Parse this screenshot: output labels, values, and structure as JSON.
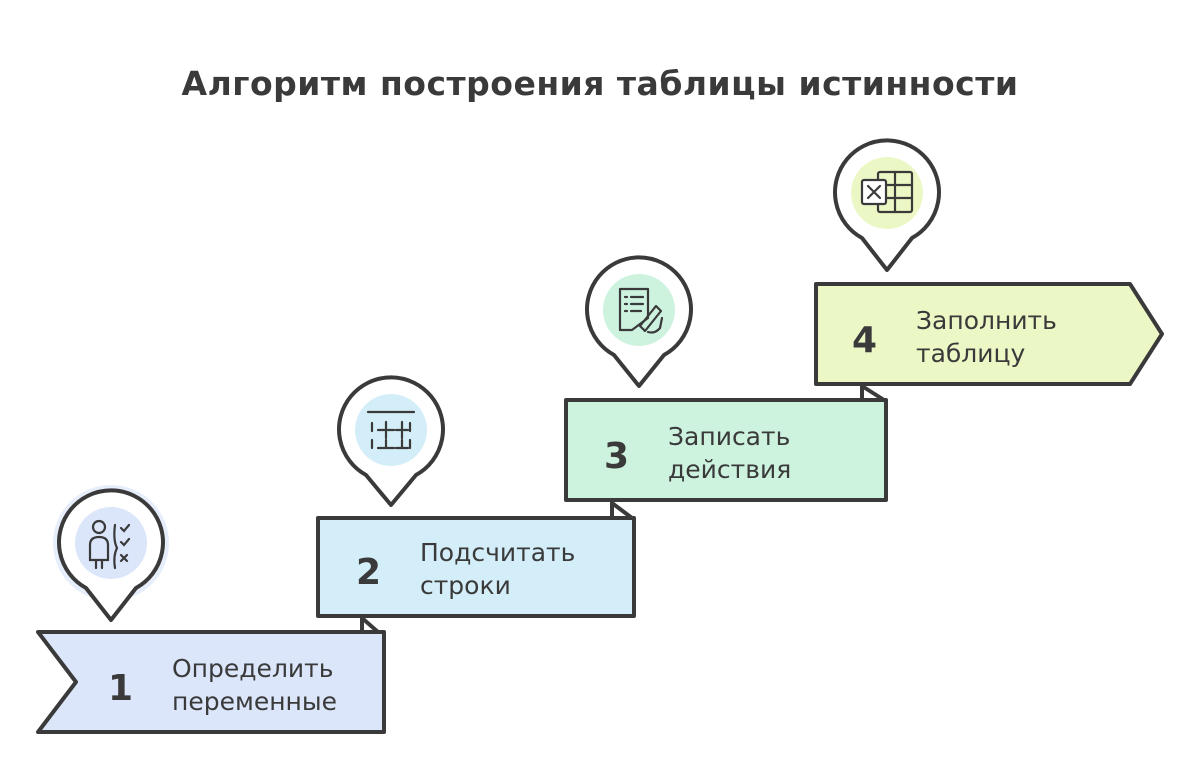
{
  "title": "Алгоритм построения таблицы истинности",
  "steps": [
    {
      "number": "1",
      "line1": "Определить",
      "line2": "переменные",
      "color": "#dbe6fb",
      "icon": "person-checklist-icon"
    },
    {
      "number": "2",
      "line1": "Подсчитать",
      "line2": "строки",
      "color": "#d3eef8",
      "icon": "table-grid-icon"
    },
    {
      "number": "3",
      "line1": "Записать",
      "line2": "действия",
      "color": "#cdf3df",
      "icon": "document-pen-icon"
    },
    {
      "number": "4",
      "line1": "Заполнить",
      "line2": "таблицу",
      "color": "#ecf7c6",
      "icon": "spreadsheet-icon"
    }
  ],
  "stroke_color": "#3a3a3a"
}
